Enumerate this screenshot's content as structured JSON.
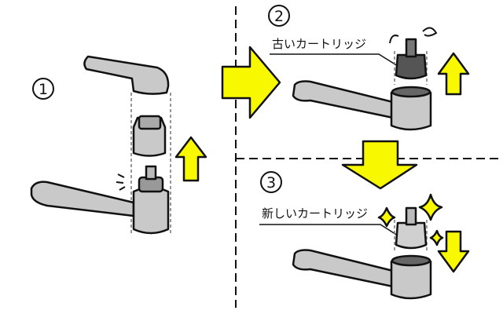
{
  "steps": [
    {
      "number": "1"
    },
    {
      "number": "2",
      "label": "古いカートリッジ"
    },
    {
      "number": "3",
      "label": "新しいカートリッジ"
    }
  ],
  "colors": {
    "arrow": "#f8f800",
    "faucet": "#c9c9c9",
    "old_cartridge": "#555555",
    "new_cartridge": "#d0d0d0"
  }
}
